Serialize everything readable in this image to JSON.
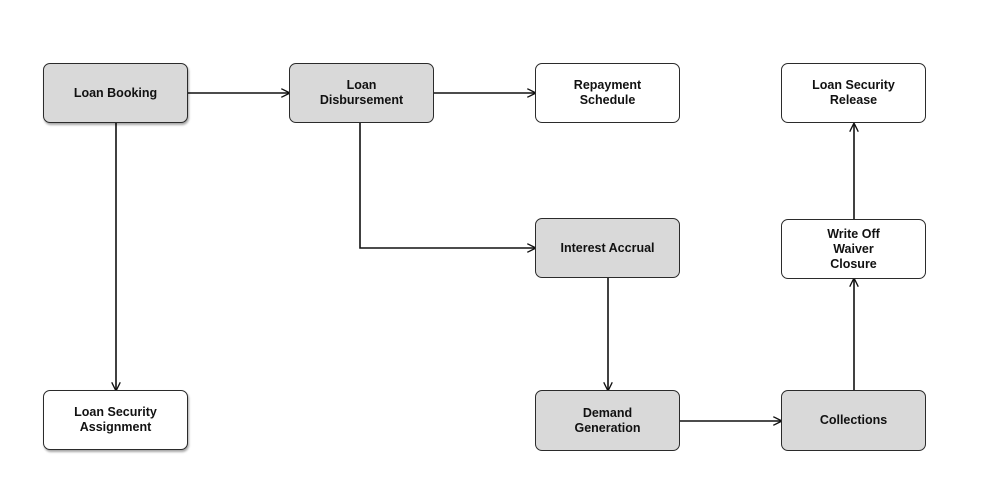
{
  "diagram": {
    "nodes": {
      "loan_booking": {
        "label": "Loan Booking",
        "fill": "#d9d9d9"
      },
      "loan_disbursement": {
        "label": "Loan\nDisbursement",
        "fill": "#d9d9d9"
      },
      "repayment_schedule": {
        "label": "Repayment\nSchedule",
        "fill": "#ffffff"
      },
      "loan_security_release": {
        "label": "Loan Security\nRelease",
        "fill": "#ffffff"
      },
      "interest_accrual": {
        "label": "Interest Accrual",
        "fill": "#d9d9d9"
      },
      "write_off_waiver_closure": {
        "label": "Write Off\nWaiver\nClosure",
        "fill": "#ffffff"
      },
      "loan_security_assignment": {
        "label": "Loan Security\nAssignment",
        "fill": "#ffffff"
      },
      "demand_generation": {
        "label": "Demand\nGeneration",
        "fill": "#d9d9d9"
      },
      "collections": {
        "label": "Collections",
        "fill": "#d9d9d9"
      }
    },
    "edges": [
      {
        "from": "loan_booking",
        "to": "loan_disbursement"
      },
      {
        "from": "loan_disbursement",
        "to": "repayment_schedule"
      },
      {
        "from": "loan_booking",
        "to": "loan_security_assignment"
      },
      {
        "from": "loan_disbursement",
        "to": "interest_accrual"
      },
      {
        "from": "interest_accrual",
        "to": "demand_generation"
      },
      {
        "from": "demand_generation",
        "to": "collections"
      },
      {
        "from": "collections",
        "to": "write_off_waiver_closure"
      },
      {
        "from": "write_off_waiver_closure",
        "to": "loan_security_release"
      }
    ],
    "colors": {
      "line": "#111111",
      "border": "#2b2b2b",
      "gray_fill": "#d9d9d9",
      "white_fill": "#ffffff"
    }
  }
}
